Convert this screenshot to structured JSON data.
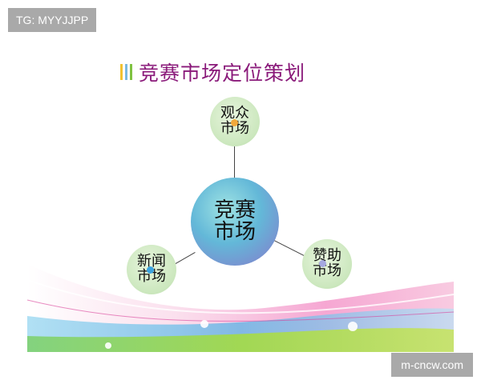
{
  "tag": "TG: MYYJJPP",
  "watermark": "m-cncw.com",
  "title": "竞赛市场定位策划",
  "title_bar_colors": [
    "#f2c230",
    "#7ab8e0",
    "#7fc241"
  ],
  "center": {
    "line1": "竞赛",
    "line2": "市场"
  },
  "nodes": [
    {
      "line1": "观众",
      "line2": "市场",
      "dot_color": "#f2a93b"
    },
    {
      "line1": "新闻",
      "line2": "市场",
      "dot_color": "#3aa3e0"
    },
    {
      "line1": "赞助",
      "line2": "市场",
      "dot_color": "#a5a8e0"
    }
  ]
}
